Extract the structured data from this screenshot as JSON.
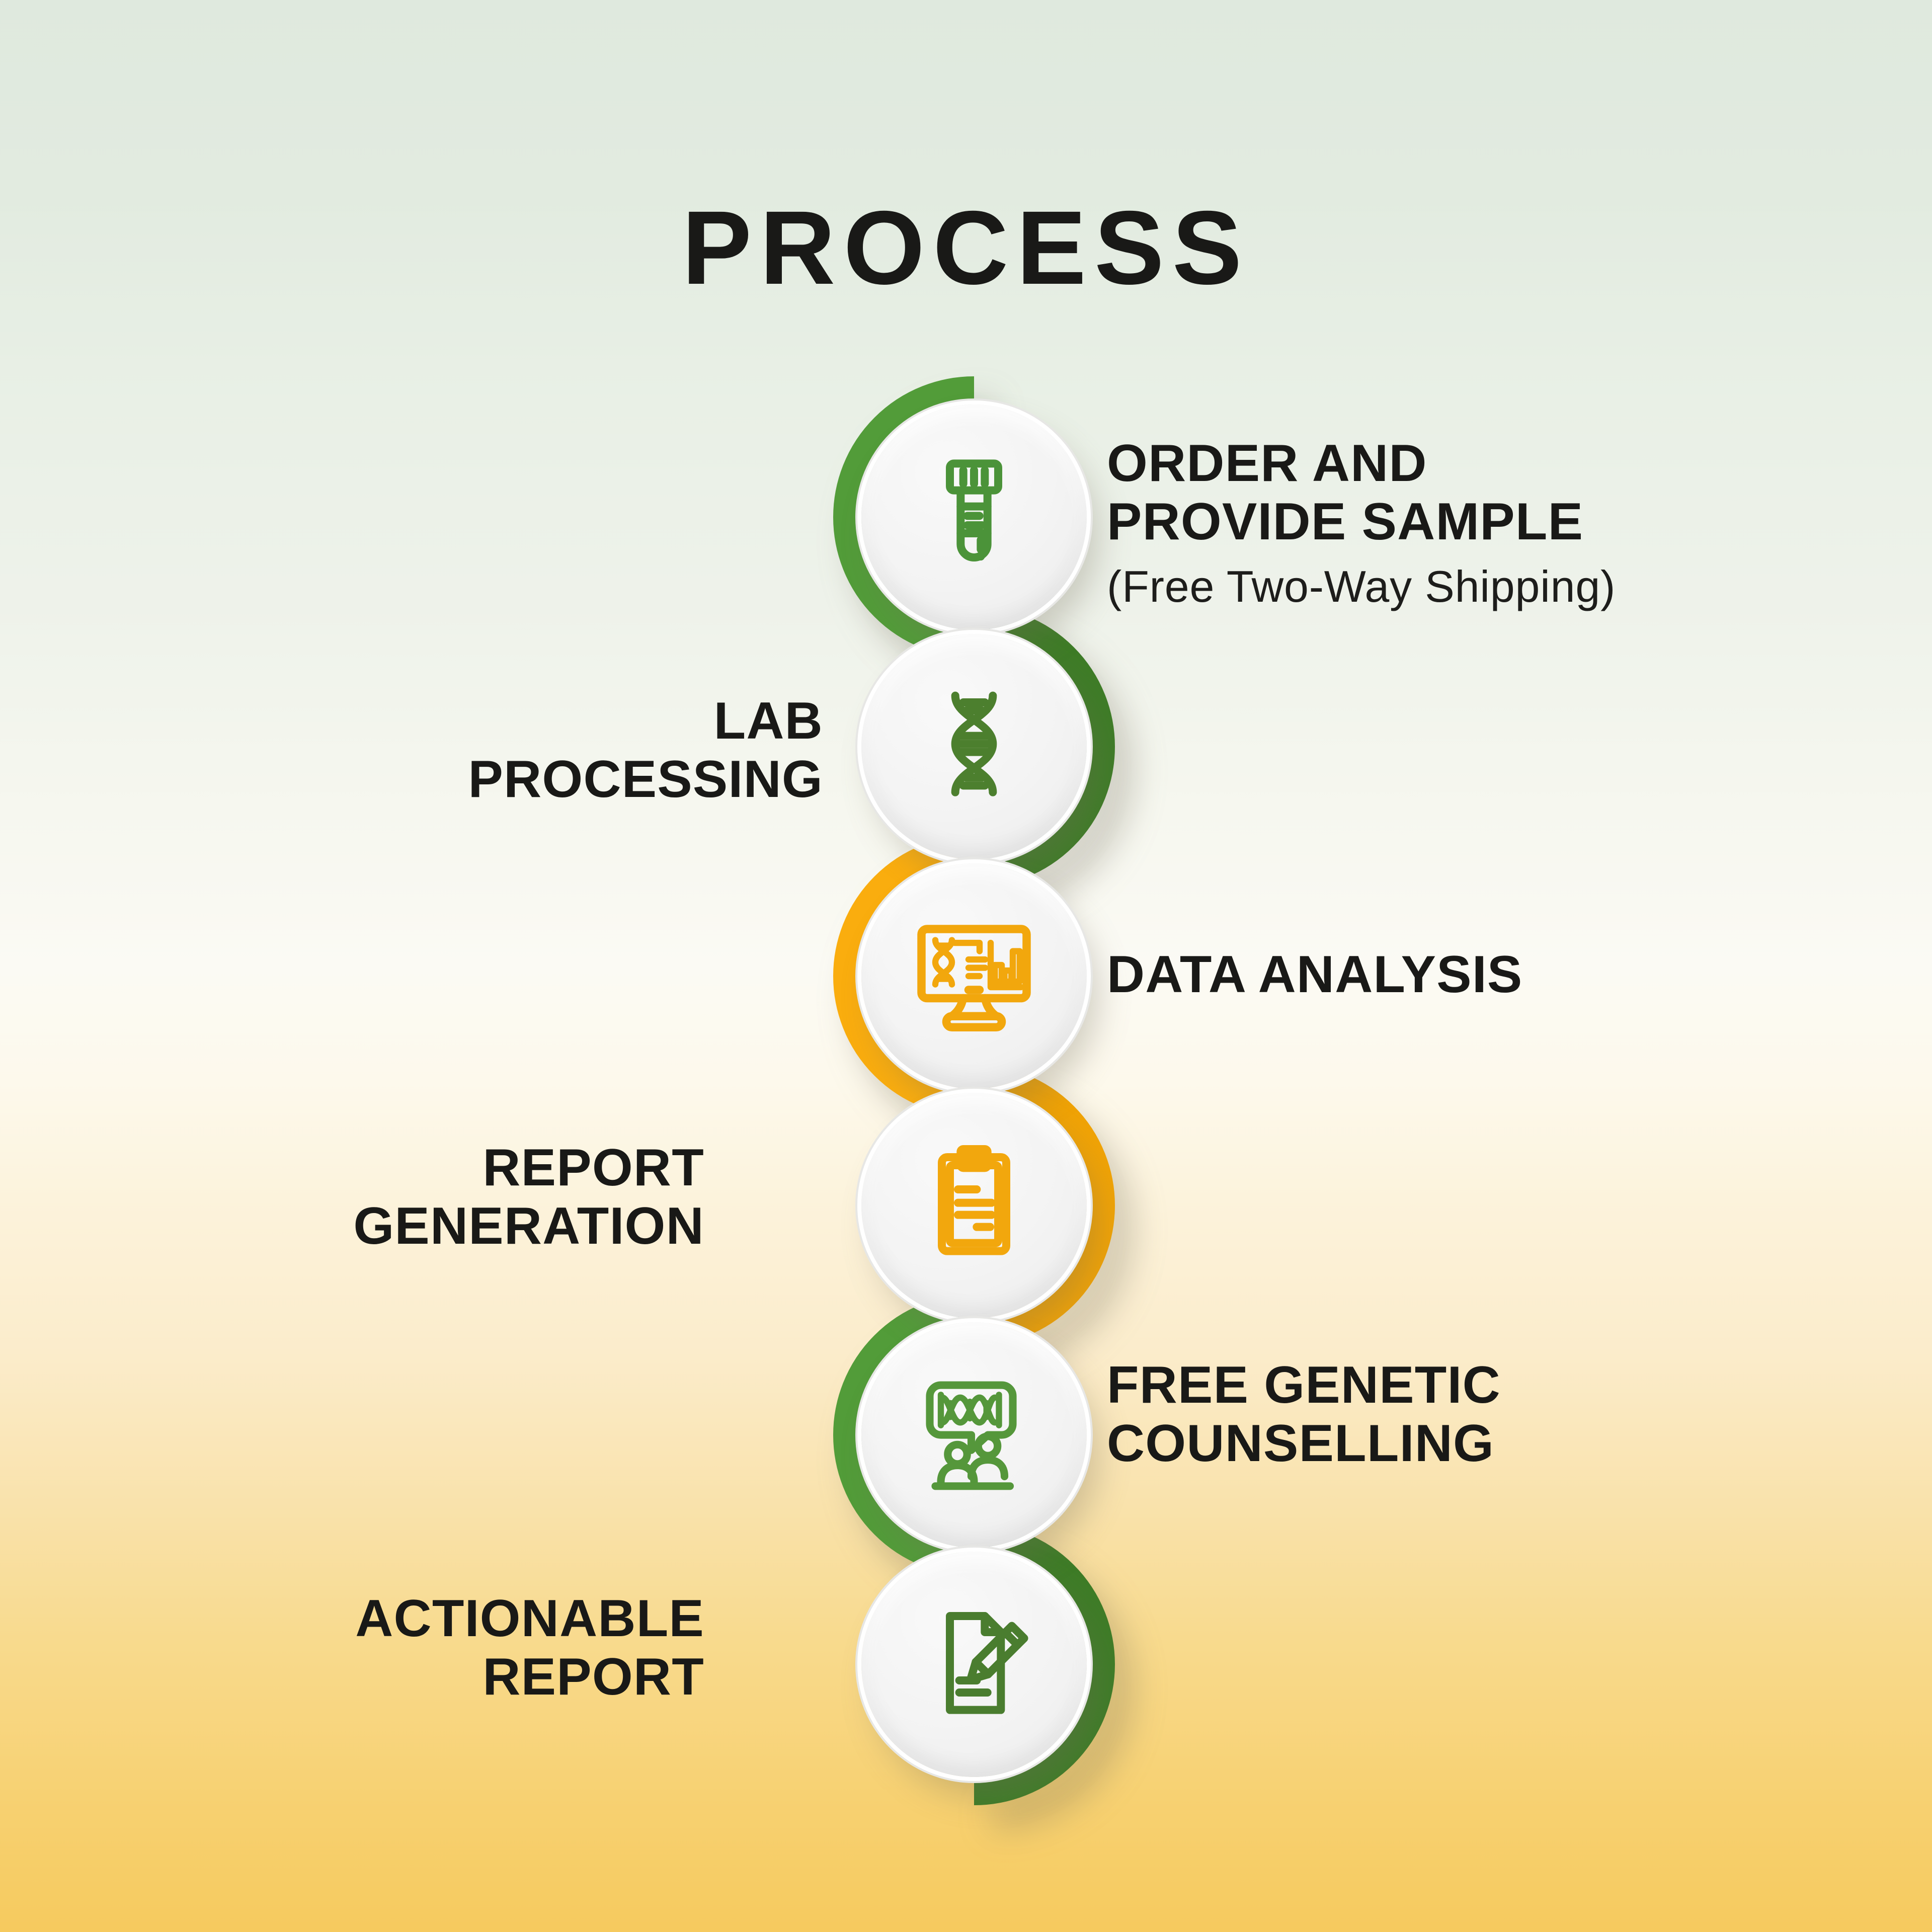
{
  "title": "PROCESS",
  "palette": {
    "green_light": "#529C39",
    "green_dark": "#3E7C27",
    "amber_light": "#FAAD0E",
    "amber_dark": "#F0A306",
    "text": "#191917",
    "circle_fill": "#F2F2F2",
    "bg_top": "#DFE9DE",
    "bg_middle": "#FBFAF4",
    "bg_bottom": "#F6CA5E"
  },
  "steps": [
    {
      "name": "order-and-provide-sample",
      "lines": [
        "ORDER AND",
        "PROVIDE SAMPLE"
      ],
      "note": "(Free Two-Way Shipping)",
      "label_side": "right",
      "icon": "test-tube-icon",
      "ring_side": "left",
      "ring_color": "#529C39",
      "icon_color": "#4B9339"
    },
    {
      "name": "lab-processing",
      "lines": [
        "LAB",
        "PROCESSING"
      ],
      "label_side": "left",
      "icon": "dna-helix-icon",
      "ring_side": "right",
      "ring_color": "#3E7C27",
      "icon_color": "#4C7F2E"
    },
    {
      "name": "data-analysis",
      "lines": [
        "DATA ANALYSIS"
      ],
      "label_side": "right",
      "icon": "monitor-analysis-icon",
      "ring_side": "left",
      "ring_color": "#FAAD0E",
      "icon_color": "#F2A70D"
    },
    {
      "name": "report-generation",
      "lines": [
        "REPORT",
        "GENERATION"
      ],
      "label_side": "left",
      "icon": "clipboard-report-icon",
      "ring_side": "right",
      "ring_color": "#F0A306",
      "icon_color": "#F2A70D"
    },
    {
      "name": "free-genetic-counselling",
      "lines": [
        "FREE GENETIC",
        "COUNSELLING"
      ],
      "label_side": "right",
      "icon": "genetic-counselling-icon",
      "ring_side": "left",
      "ring_color": "#529C39",
      "icon_color": "#55973B"
    },
    {
      "name": "actionable-report",
      "lines": [
        "ACTIONABLE",
        "REPORT"
      ],
      "label_side": "left",
      "icon": "signed-document-icon",
      "ring_side": "right",
      "ring_color": "#3E7C27",
      "icon_color": "#4A7D2F"
    }
  ]
}
